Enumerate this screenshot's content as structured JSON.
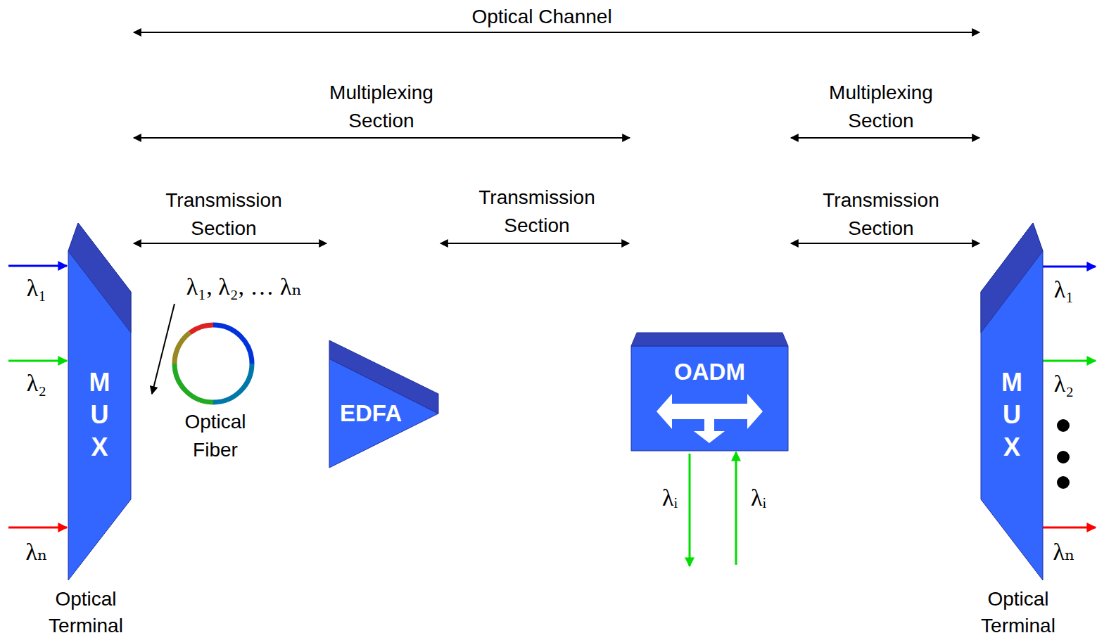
{
  "diagram": {
    "nodes": [
      {
        "text": [
          "M U X",
          "Optical Terminal"
        ]
      },
      {
        "text": [
          "EDFA"
        ]
      },
      {
        "text": [
          "OADM"
        ]
      },
      {
        "text": [
          "M U X",
          "Optical Terminal"
        ]
      }
    ],
    "edges": [
      {
        "from": 0,
        "to": 1,
        "arrow": "none"
      },
      {
        "from": 1,
        "to": 2,
        "arrow": "none"
      },
      {
        "from": 2,
        "to": 3,
        "arrow": "none"
      }
    ],
    "labels": [
      "Optical Channel",
      "Multiplexing Section",
      "Multiplexing Section",
      "Transmission Section",
      "Transmission Section",
      "Transmission Section",
      "λ₁",
      "λ₂",
      "λₙ",
      "λ₁, λ₂, … λₙ",
      "Optical Fiber",
      "λᵢ",
      "λᵢ",
      "λ₁",
      "λ₂",
      "λₙ"
    ]
  }
}
